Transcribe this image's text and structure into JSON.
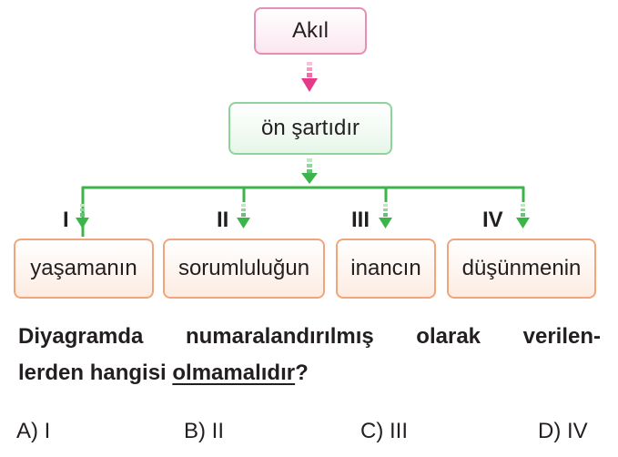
{
  "diagram": {
    "top_box": "Akıl",
    "middle_box": "ön şartıdır",
    "items": [
      {
        "numeral": "I",
        "label": "yaşamanın"
      },
      {
        "numeral": "II",
        "label": "sorumluluğun"
      },
      {
        "numeral": "III",
        "label": "inancın"
      },
      {
        "numeral": "IV",
        "label": "düşünmenin"
      }
    ]
  },
  "question": {
    "line1": "Diyagramda numaralandırılmış olarak verilen-",
    "line2_prefix": "lerden hangisi ",
    "line2_underlined": "olmamalıdır",
    "line2_suffix": "?"
  },
  "options": [
    {
      "label": "A) I"
    },
    {
      "label": "B) II"
    },
    {
      "label": "C) III"
    },
    {
      "label": "D) IV"
    }
  ],
  "colors": {
    "pink_arrow": "#e6398a",
    "green_arrow": "#3bb54a",
    "pink_border": "#e58fb5",
    "green_border": "#8ed49a",
    "orange_border": "#f2a57a"
  }
}
